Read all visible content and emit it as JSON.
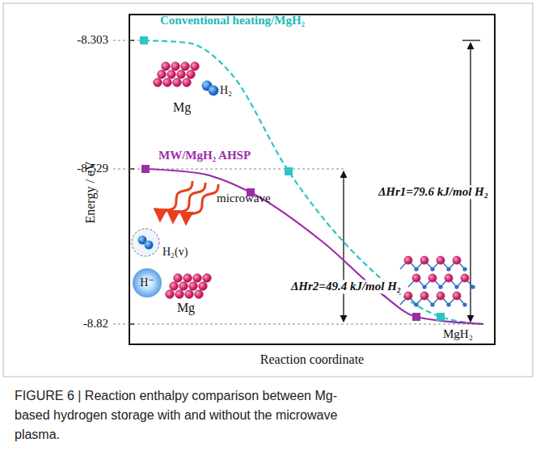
{
  "diagram": {
    "caption": "FIGURE 6 | Reaction enthalpy comparison between Mg-based hydrogen storage with and without the microwave plasma.",
    "labels": [
      "-8.303",
      "-8.529",
      "-8.82",
      "Energy / eV",
      "Conventional heating/MgH₂",
      "Mg",
      "H₂",
      "MW/MgH₂ AHSP",
      "microwave",
      "H₂(v)",
      "H⁻",
      "Mg",
      "ΔHr1=79.6 kJ/mol H₂",
      "ΔHr2=49.4 kJ/mol H₂",
      "MgH₂",
      "Reaction coordinate"
    ]
  }
}
